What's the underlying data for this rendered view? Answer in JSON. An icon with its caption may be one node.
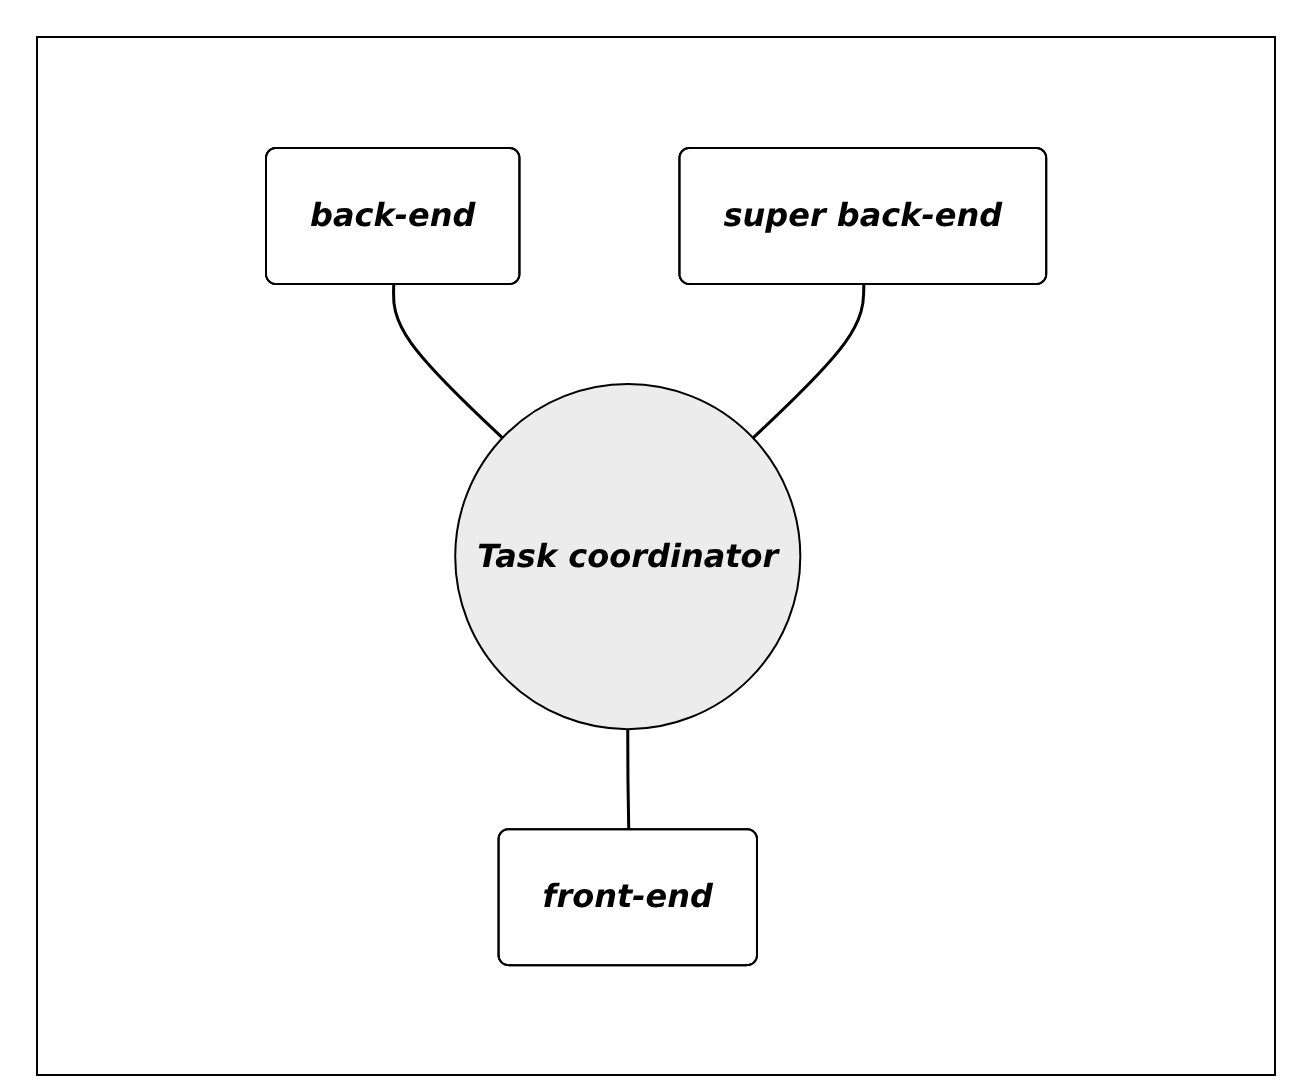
{
  "diagram": {
    "nodes": [
      {
        "text": [
          "back-end"
        ]
      },
      {
        "text": [
          "super back-end"
        ]
      },
      {
        "text": [
          "Task coordinator"
        ]
      },
      {
        "text": [
          "front-end"
        ]
      }
    ],
    "edges": [
      {
        "from": 0,
        "to": 2,
        "arrow": "none"
      },
      {
        "from": 1,
        "to": 2,
        "arrow": "none"
      },
      {
        "from": 2,
        "to": 3,
        "arrow": "none"
      }
    ]
  }
}
